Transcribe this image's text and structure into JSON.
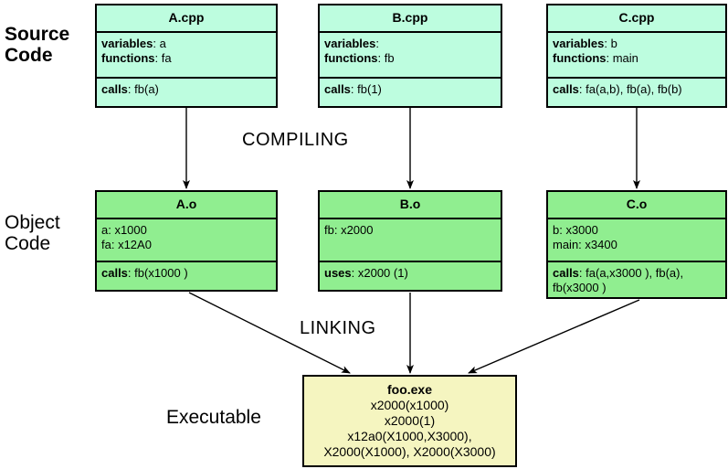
{
  "diagram": {
    "title_stages": {
      "source": "Source\nCode",
      "object": "Object\nCode",
      "executable": "Executable"
    },
    "process_labels": {
      "compiling": "COMPILING",
      "linking": "LINKING"
    },
    "colors": {
      "source_box_fill": "#bdfddf",
      "object_box_fill": "#90ee90",
      "executable_box_fill": "#f5f5c0",
      "border": "#000000",
      "background": "#ffffff"
    },
    "source_boxes": [
      {
        "title": "A.cpp",
        "variables_key": "variables",
        "variables_value": ": a",
        "functions_key": "functions",
        "functions_value": ": fa",
        "calls_key": "calls",
        "calls_value": ": fb(a)"
      },
      {
        "title": "B.cpp",
        "variables_key": "variables",
        "variables_value": ":",
        "functions_key": "functions",
        "functions_value": ": fb",
        "calls_key": "calls",
        "calls_value": ": fb(1)"
      },
      {
        "title": "C.cpp",
        "variables_key": "variables",
        "variables_value": ": b",
        "functions_key": "functions",
        "functions_value": ": main",
        "calls_key": "calls",
        "calls_value": ": fa(a,b), fb(a), fb(b)"
      }
    ],
    "object_boxes": [
      {
        "title": "A.o",
        "symbols": "a: x1000\nfa: x12A0",
        "calls_key": "calls",
        "calls_value": ": fb(x1000 )"
      },
      {
        "title": "B.o",
        "symbols": "fb: x2000",
        "calls_key": "uses",
        "calls_value": ": x2000 (1)"
      },
      {
        "title": "C.o",
        "symbols": "b: x3000\nmain:  x3400",
        "calls_key": "calls",
        "calls_value": ": fa(a,x3000 ), fb(a), fb(x3000 )"
      }
    ],
    "executable_box": {
      "title": "foo.exe",
      "lines": "x2000(x1000)\nx2000(1)\nx12a0(X1000,X3000),\nX2000(X1000), X2000(X3000)"
    }
  }
}
